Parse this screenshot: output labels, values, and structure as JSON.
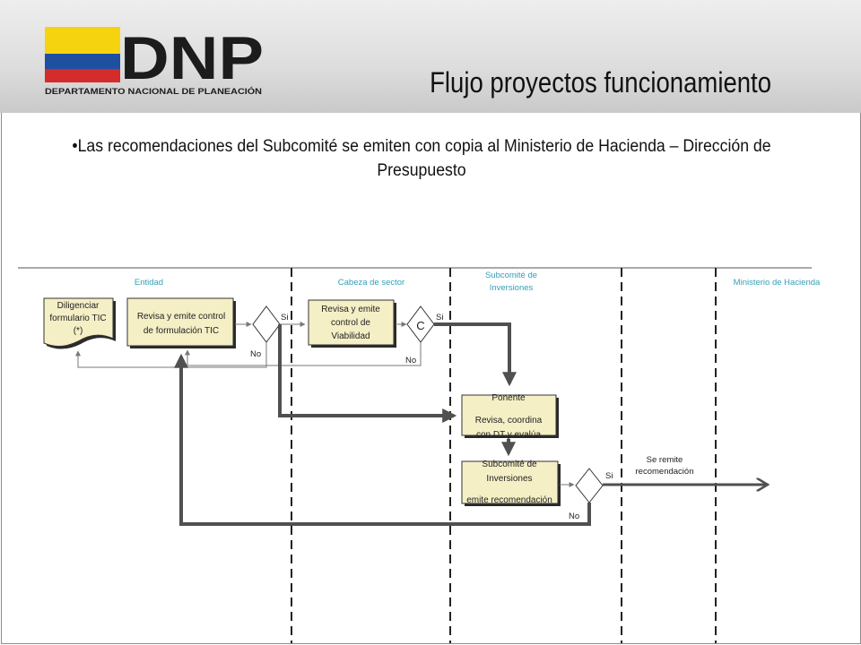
{
  "header": {
    "logo_text": "DNP",
    "logo_subtitle": "DEPARTAMENTO NACIONAL DE PLANEACIÓN",
    "title": "Flujo proyectos funcionamiento"
  },
  "bullet": "•Las recomendaciones del Subcomité se emiten con copia al Ministerio de Hacienda – Dirección de Presupuesto",
  "colors": {
    "flag_yellow": "#f6d30f",
    "flag_blue": "#1f4fa0",
    "flag_red": "#d42b2b",
    "lane_label": "#33a0b8",
    "box_fill": "#f5efc6",
    "arrow": "#505050"
  },
  "lanes": {
    "entidad": "Entidad",
    "cabeza": "Cabeza de sector",
    "subcomite": [
      "Subcomité de",
      "Inversiones"
    ],
    "ministerio": "Ministerio de Hacienda"
  },
  "boxes": {
    "diligenciar": [
      "Diligenciar",
      "formulario TIC",
      "(*)"
    ],
    "revisa_control": [
      "Revisa y emite control",
      "de formulación TIC"
    ],
    "revisa_viabilidad": [
      "Revisa y emite",
      "control de",
      "Viabilidad"
    ],
    "ponente": [
      "Ponente",
      "Revisa, coordina",
      "con DT y evalúa"
    ],
    "subcomite": [
      "Subcomité de",
      "Inversiones",
      "emite recomendación"
    ]
  },
  "connector_label": "C",
  "edge_labels": {
    "si_1": "Si",
    "no_1": "No",
    "si_2": "Si",
    "no_2": "No",
    "si_3": "Si",
    "no_3": "No",
    "se_remite": [
      "Se remite",
      "recomendación"
    ]
  }
}
